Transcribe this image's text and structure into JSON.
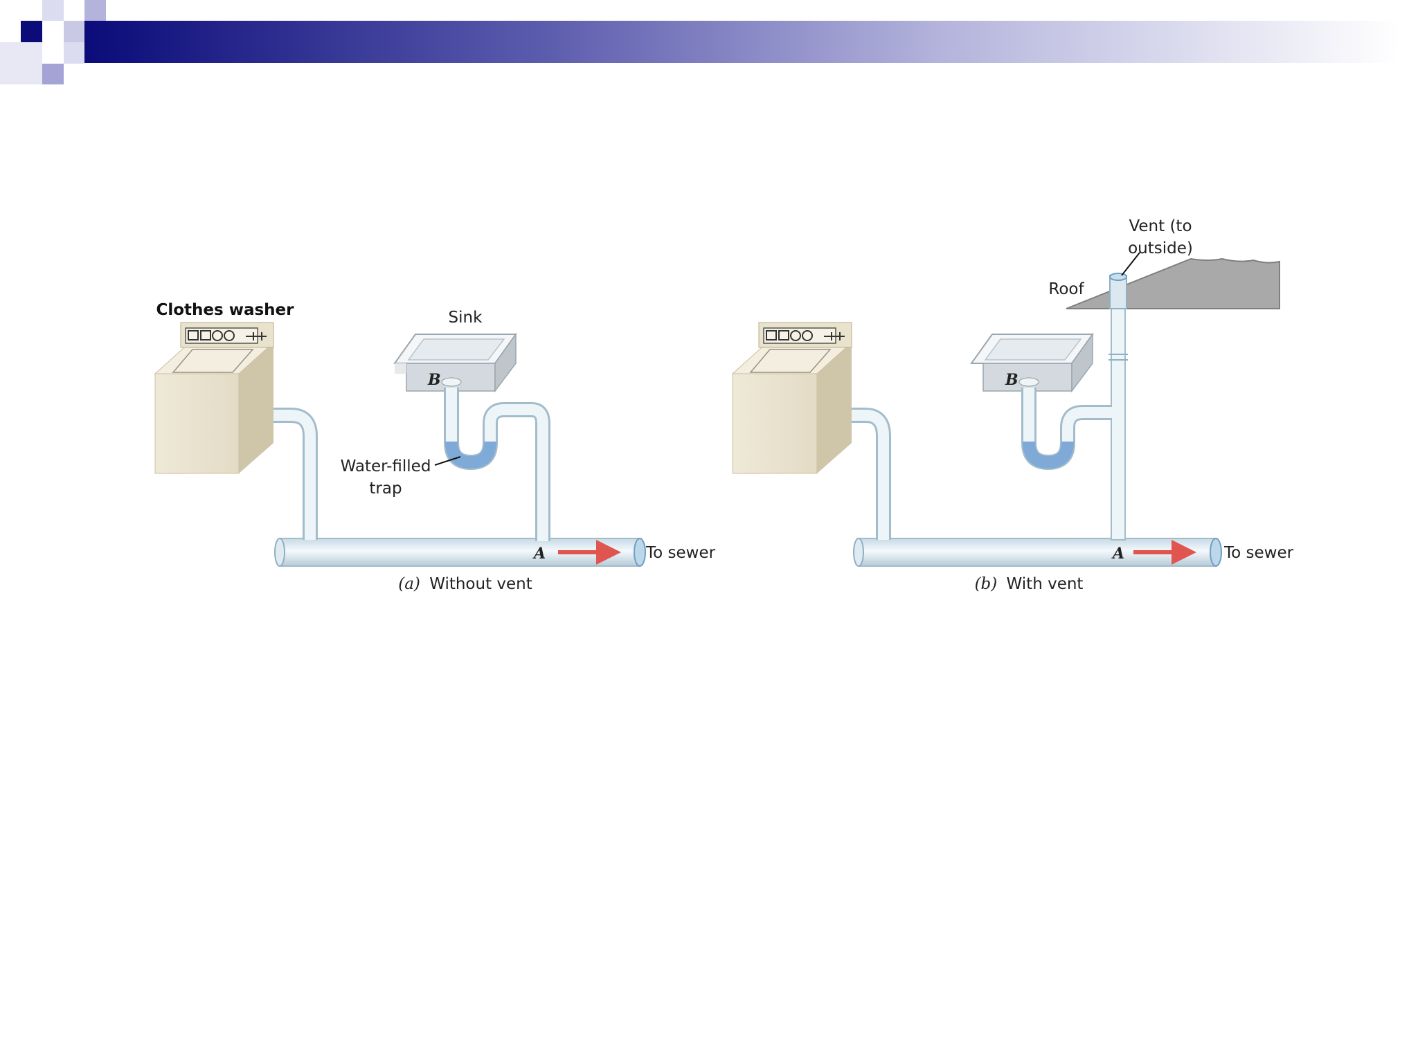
{
  "header": {
    "colors": {
      "dark": "#0b0b7a",
      "mid": "#5c5cae",
      "light": "#b3b3dc",
      "fade": "#ffffff"
    }
  },
  "diagram": {
    "panel_a": {
      "washer_label": "Clothes washer",
      "sink_label": "Sink",
      "trap_label_line1": "Water-filled",
      "trap_label_line2": "trap",
      "point_a": "A",
      "point_b": "B",
      "sewer_label": "To sewer",
      "caption_letter": "(a)",
      "caption_text": "Without vent"
    },
    "panel_b": {
      "vent_label_line1": "Vent (to",
      "vent_label_line2": "outside)",
      "roof_label": "Roof",
      "point_a": "A",
      "point_b": "B",
      "sewer_label": "To sewer",
      "caption_letter": "(b)",
      "caption_text": "With vent"
    },
    "colors": {
      "pipe": "#e4eef4",
      "pipe_edge": "#9fb7c6",
      "water": "#7fa9d6",
      "arrow": "#e0554f",
      "washer": "#ede6d3",
      "roof": "#a9a9a9"
    }
  }
}
